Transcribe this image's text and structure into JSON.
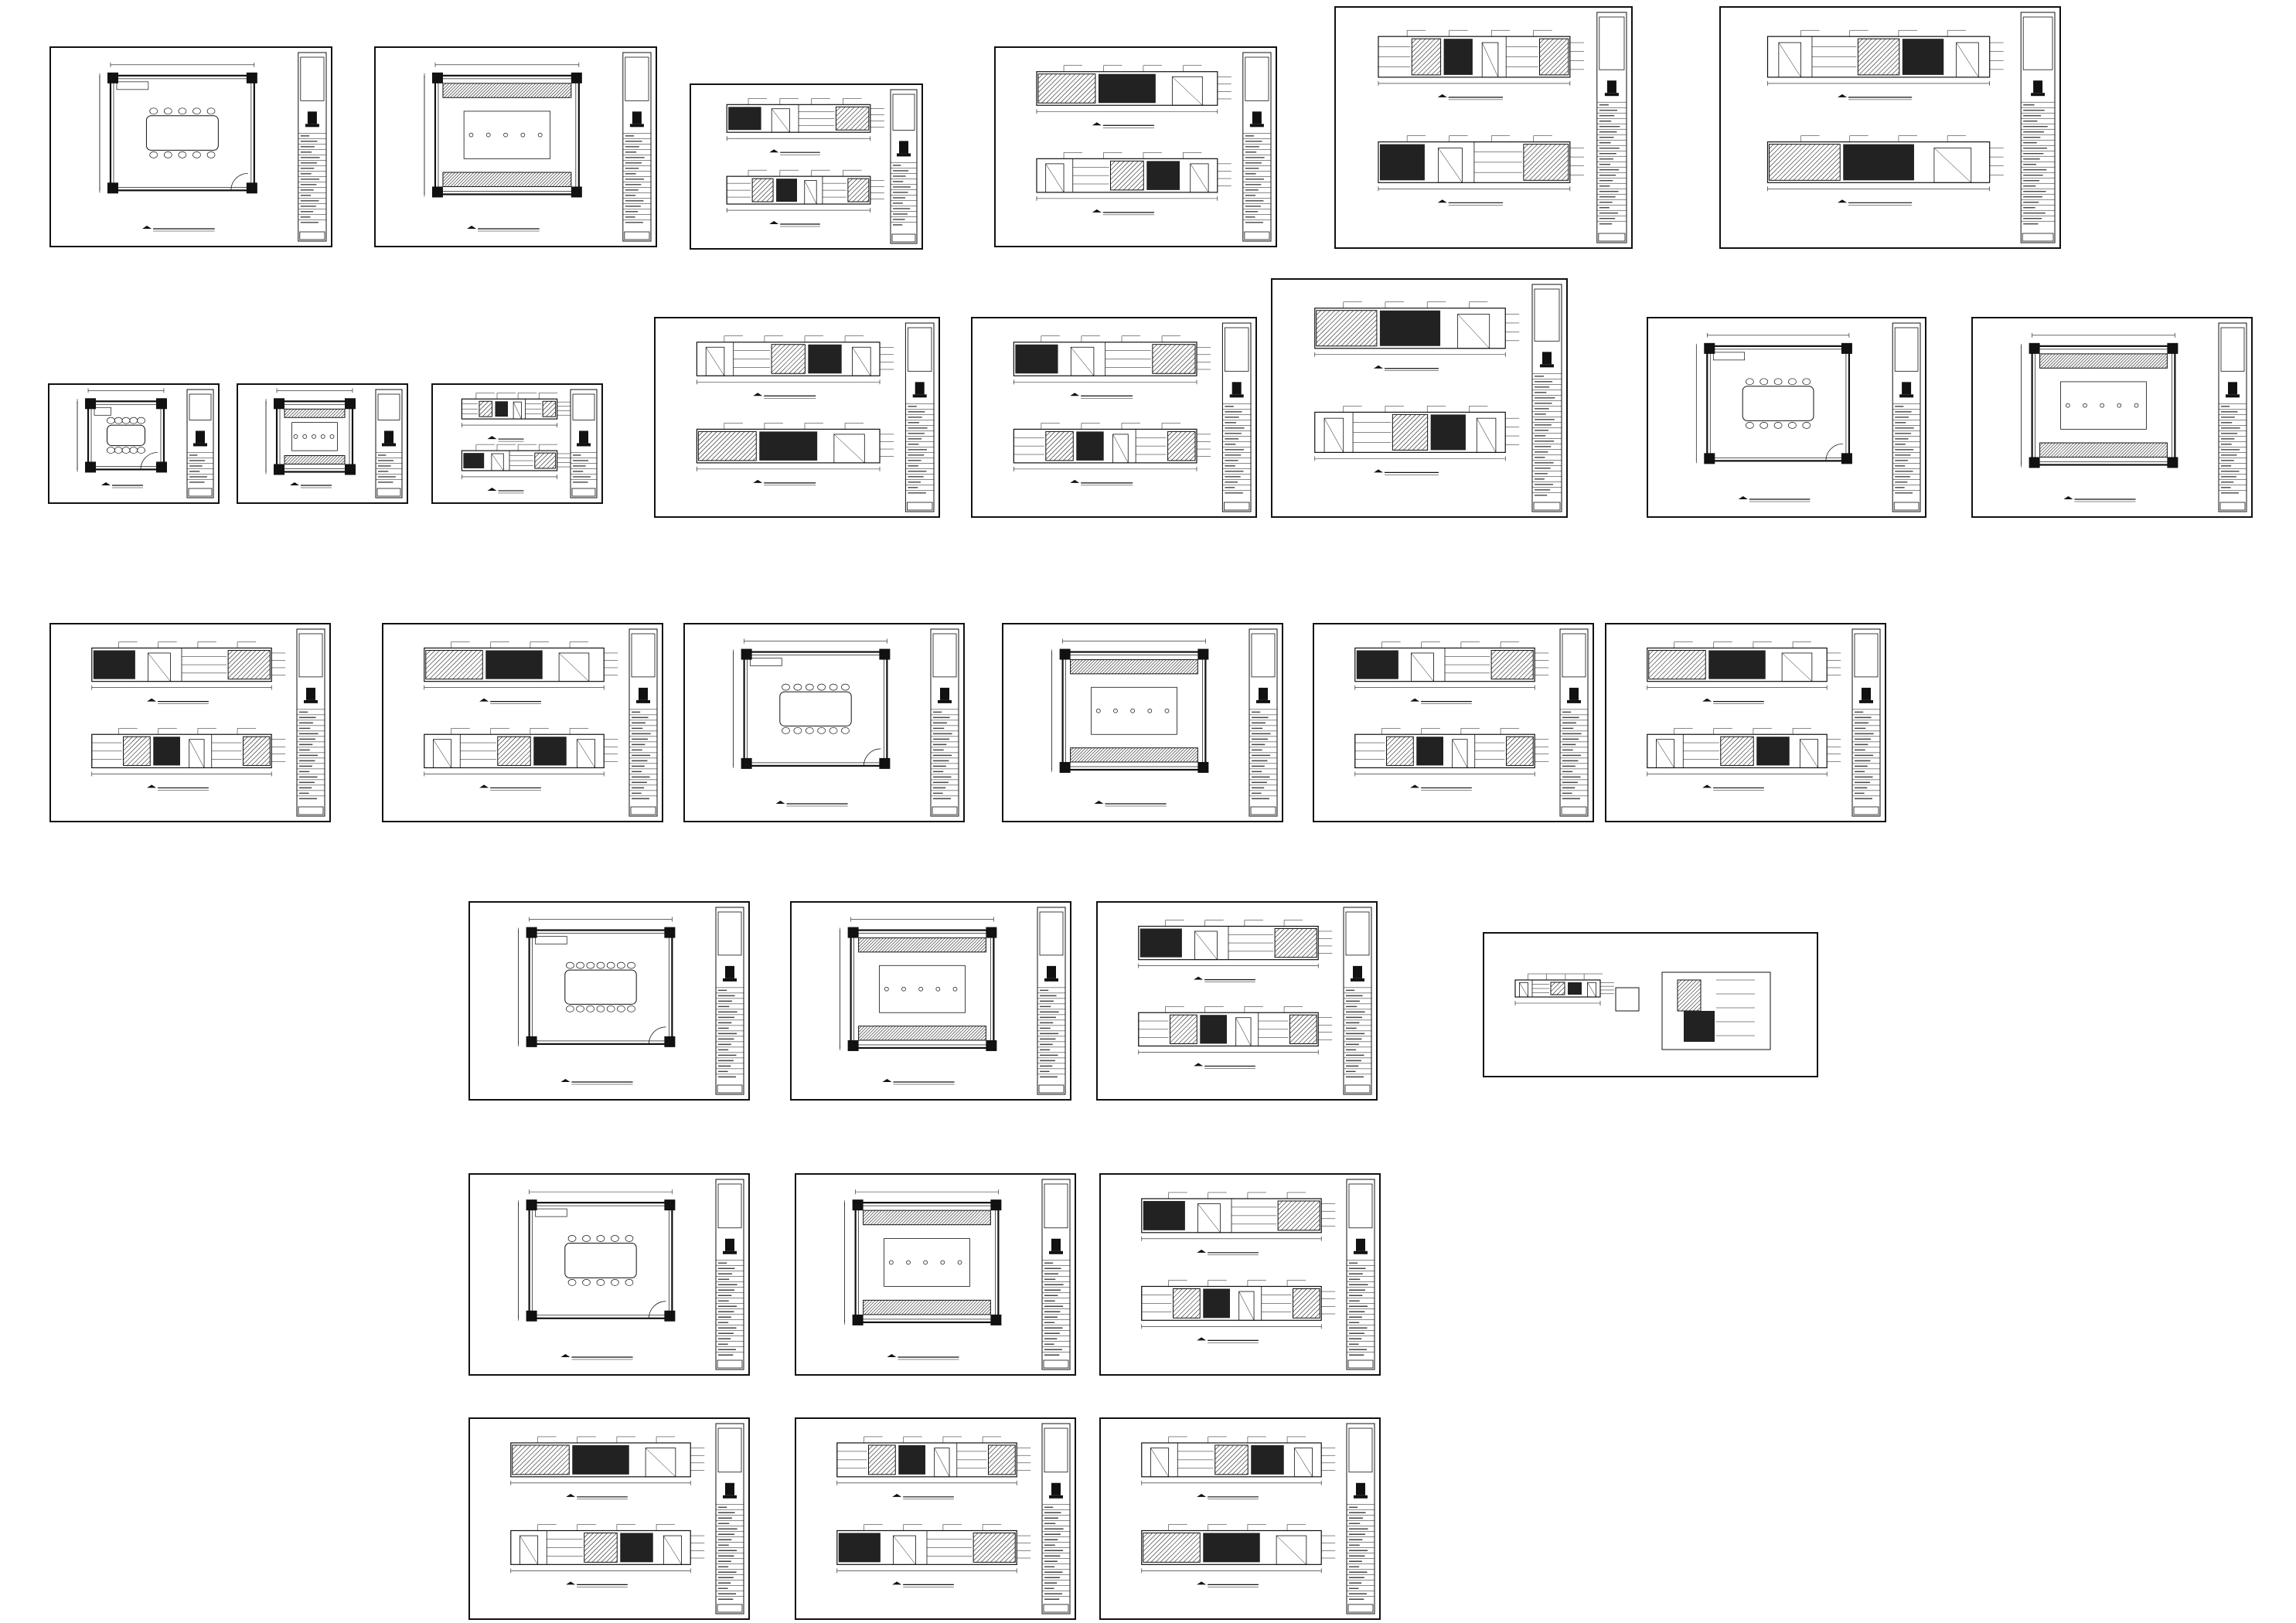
{
  "sheets": [
    {
      "id": "s1",
      "number": "",
      "type": "plan"
    },
    {
      "id": "s2",
      "number": "",
      "type": "ceiling"
    },
    {
      "id": "s3",
      "number": "",
      "type": "elevation2"
    },
    {
      "id": "s4",
      "number": "",
      "type": "elevation2"
    },
    {
      "id": "s5",
      "number": "",
      "type": "elevation2"
    },
    {
      "id": "s6",
      "number": "",
      "type": "elevation2"
    },
    {
      "id": "s7",
      "number": "",
      "type": "small-plan"
    },
    {
      "id": "s8",
      "number": "",
      "type": "small-ceiling"
    },
    {
      "id": "s9",
      "number": "",
      "type": "small-elevation"
    },
    {
      "id": "s10",
      "number": "",
      "type": "elevation2"
    },
    {
      "id": "s11",
      "number": "",
      "type": "elevation2"
    },
    {
      "id": "s12",
      "number": "",
      "type": "elevation2"
    },
    {
      "id": "s13",
      "number": "",
      "type": "plan"
    },
    {
      "id": "s14",
      "number": "",
      "type": "ceiling"
    },
    {
      "id": "s15",
      "number": "",
      "type": "elevation2"
    },
    {
      "id": "s16",
      "number": "",
      "type": "elevation2"
    },
    {
      "id": "s17",
      "number": "",
      "type": "plan"
    },
    {
      "id": "s18",
      "number": "",
      "type": "ceiling"
    },
    {
      "id": "s19",
      "number": "",
      "type": "elevation2"
    },
    {
      "id": "s20",
      "number": "",
      "type": "elevation2"
    },
    {
      "id": "s21",
      "number": "",
      "type": "plan"
    },
    {
      "id": "s22",
      "number": "",
      "type": "ceiling"
    },
    {
      "id": "s23",
      "number": "",
      "type": "elevation2"
    },
    {
      "id": "s24",
      "number": "",
      "type": "detail"
    },
    {
      "id": "s25",
      "number": "",
      "type": "plan"
    },
    {
      "id": "s26",
      "number": "",
      "type": "ceiling"
    },
    {
      "id": "s27",
      "number": "",
      "type": "elevation2"
    },
    {
      "id": "s28",
      "number": "",
      "type": "elevation2"
    },
    {
      "id": "s29",
      "number": "",
      "type": "elevation2"
    },
    {
      "id": "s30",
      "number": "",
      "type": "elevation2"
    }
  ]
}
